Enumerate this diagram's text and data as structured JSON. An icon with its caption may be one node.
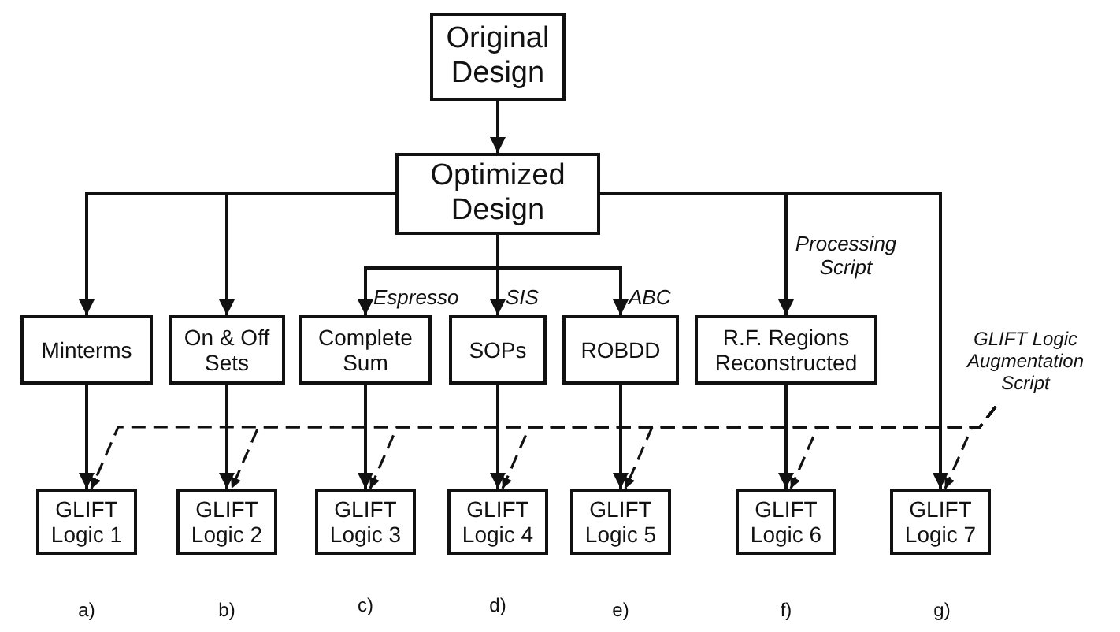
{
  "diagram": {
    "nodes": [
      {
        "text": [
          "Original Design"
        ]
      },
      {
        "text": [
          "Optimized Design"
        ]
      },
      {
        "text": [
          "Minterms"
        ]
      },
      {
        "text": [
          "On & Off Sets"
        ]
      },
      {
        "text": [
          "Complete Sum"
        ]
      },
      {
        "text": [
          "SOPs"
        ]
      },
      {
        "text": [
          "ROBDD"
        ]
      },
      {
        "text": [
          "R.F. Regions Reconstructed"
        ]
      },
      {
        "text": [
          "GLIFT Logic 1"
        ]
      },
      {
        "text": [
          "GLIFT Logic 2"
        ]
      },
      {
        "text": [
          "GLIFT Logic 3"
        ]
      },
      {
        "text": [
          "GLIFT Logic 4"
        ]
      },
      {
        "text": [
          "GLIFT Logic 5"
        ]
      },
      {
        "text": [
          "GLIFT Logic 6"
        ]
      },
      {
        "text": [
          "GLIFT Logic 7"
        ]
      },
      {
        "text": [
          "GLIFT Logic Augmentation Script"
        ]
      }
    ],
    "edges": [
      {
        "from": 0,
        "to": 1,
        "arrow": "to"
      },
      {
        "from": 1,
        "to": 2,
        "arrow": "to"
      },
      {
        "from": 1,
        "to": 3,
        "arrow": "to"
      },
      {
        "from": 1,
        "to": 4,
        "arrow": "to",
        "label": "Espresso"
      },
      {
        "from": 1,
        "to": 5,
        "arrow": "to",
        "label": "SIS"
      },
      {
        "from": 1,
        "to": 6,
        "arrow": "to",
        "label": "ABC"
      },
      {
        "from": 1,
        "to": 7,
        "arrow": "to",
        "label": "Processing Script"
      },
      {
        "from": 1,
        "to": 14,
        "arrow": "to"
      },
      {
        "from": 2,
        "to": 8,
        "arrow": "to"
      },
      {
        "from": 3,
        "to": 9,
        "arrow": "to"
      },
      {
        "from": 4,
        "to": 10,
        "arrow": "to"
      },
      {
        "from": 5,
        "to": 11,
        "arrow": "to"
      },
      {
        "from": 6,
        "to": 12,
        "arrow": "to"
      },
      {
        "from": 7,
        "to": 13,
        "arrow": "to"
      },
      {
        "from": 15,
        "to": 8,
        "arrow": "to",
        "style": "dashed"
      },
      {
        "from": 15,
        "to": 9,
        "arrow": "to",
        "style": "dashed"
      },
      {
        "from": 15,
        "to": 10,
        "arrow": "to",
        "style": "dashed"
      },
      {
        "from": 15,
        "to": 11,
        "arrow": "to",
        "style": "dashed"
      },
      {
        "from": 15,
        "to": 12,
        "arrow": "to",
        "style": "dashed"
      },
      {
        "from": 15,
        "to": 13,
        "arrow": "to",
        "style": "dashed"
      },
      {
        "from": 15,
        "to": 14,
        "arrow": "to",
        "style": "dashed"
      }
    ],
    "labels": [
      "a)",
      "b)",
      "c)",
      "d)",
      "e)",
      "f)",
      "g)"
    ]
  }
}
